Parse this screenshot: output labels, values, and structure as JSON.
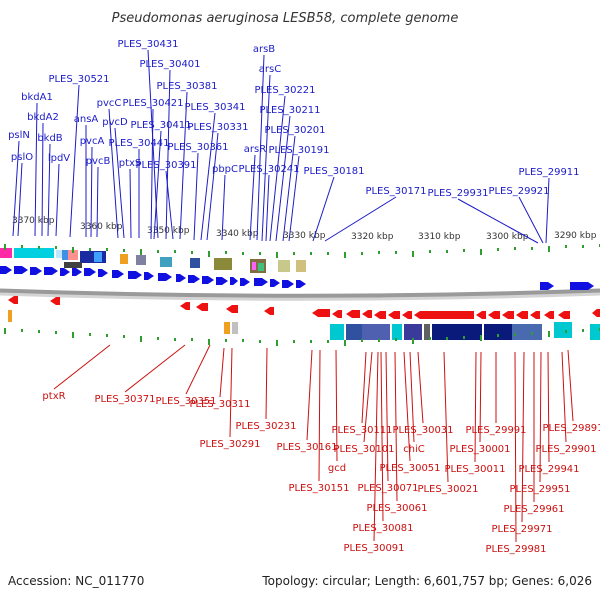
{
  "title": "Pseudomonas aeruginosa LESB58, complete genome",
  "footer": {
    "accession": "Accession: NC_011770",
    "summary": "Topology: circular; Length: 6,601,757 bp; Genes: 6,026"
  },
  "colors": {
    "forward": "#1010e0",
    "reverse": "#ee1111",
    "forward_label": "#1c1cc8",
    "reverse_label": "#cc1111",
    "tick": "#2e9e2e",
    "backbone": "#999999"
  },
  "kbp_labels": [
    "3370 kbp",
    "3360 kbp",
    "3350 kbp",
    "3340 kbp",
    "3330 kbp",
    "3320 kbp",
    "3310 kbp",
    "3300 kbp",
    "3290 kbp"
  ],
  "forward_labels": [
    "PLES_30431",
    "PLES_30401",
    "arsB",
    "arsC",
    "PLES_30521",
    "PLES_30381",
    "PLES_30221",
    "pvcC",
    "PLES_30421",
    "PLES_30341",
    "PLES_30211",
    "bkdA1",
    "bkdA2",
    "ansA",
    "pvcD",
    "PLES_30411",
    "PLES_30331",
    "PLES_30201",
    "pslN",
    "bkdB",
    "pvcA",
    "PLES_30441",
    "PLES_30361",
    "arsR",
    "PLES_30191",
    "pslO",
    "lpdV",
    "pvcB",
    "ptxS",
    "PLES_30391",
    "pbpC",
    "PLES_30241",
    "PLES_30181",
    "PLES_30171",
    "PLES_29931",
    "PLES_29921",
    "PLES_29911"
  ],
  "reverse_labels": [
    "ptxR",
    "PLES_30371",
    "PLES_30351",
    "PLES_30311",
    "PLES_30231",
    "PLES_30291",
    "PLES_30111",
    "PLES_30031",
    "PLES_29991",
    "PLES_29891",
    "PLES_30101",
    "chiC",
    "PLES_30001",
    "PLES_29901",
    "PLES_30161",
    "gcd",
    "PLES_30051",
    "PLES_30011",
    "PLES_29941",
    "PLES_30151",
    "PLES_30071",
    "PLES_30021",
    "PLES_29951",
    "PLES_30061",
    "PLES_29961",
    "PLES_30081",
    "PLES_29971",
    "PLES_30091",
    "PLES_29981"
  ]
}
